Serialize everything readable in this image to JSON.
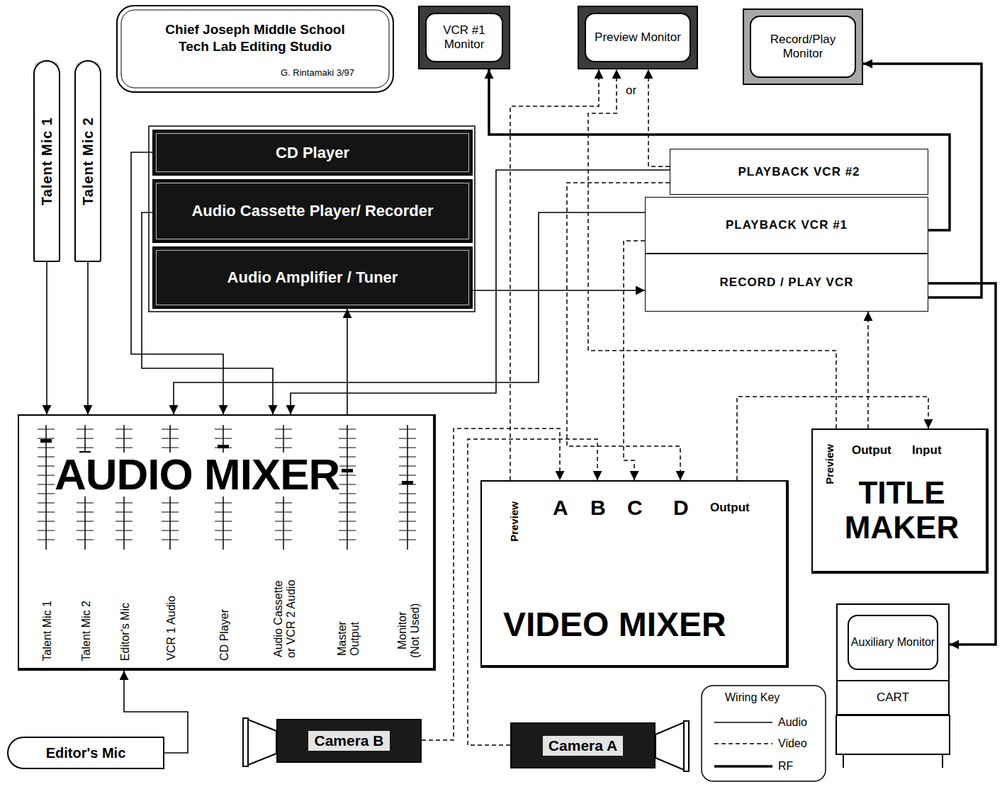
{
  "diagram": {
    "title": "Chief Joseph Middle School Tech Lab Editing Studio",
    "nodes": [
      {
        "text": [
          "VCR #1 Monitor"
        ]
      },
      {
        "text": [
          "Preview Monitor"
        ]
      },
      {
        "text": [
          "Record/Play Monitor"
        ]
      },
      {
        "text": [
          "Talent Mic 1"
        ]
      },
      {
        "text": [
          "Talent Mic 2"
        ]
      },
      {
        "text": [
          "CD Player"
        ]
      },
      {
        "text": [
          "Audio Cassette Player/ Recorder"
        ]
      },
      {
        "text": [
          "Audio Amplifier / Tuner"
        ]
      },
      {
        "text": [
          "PLAYBACK VCR #2"
        ]
      },
      {
        "text": [
          "PLAYBACK VCR #1"
        ]
      },
      {
        "text": [
          "RECORD / PLAY VCR"
        ]
      },
      {
        "text": [
          "AUDIO MIXER",
          "Talent Mic 1",
          "Talent Mic 2",
          "Editor's Mic",
          "VCR 1 Audio",
          "CD Player",
          "Audio Cassette or VCR 2 Audio",
          "Master Output",
          "Monitor (Not Used)"
        ]
      },
      {
        "text": [
          "VIDEO MIXER",
          "Preview",
          "A",
          "B",
          "C",
          "D",
          "Output"
        ]
      },
      {
        "text": [
          "TITLE MAKER",
          "Preview",
          "Output",
          "Input"
        ]
      },
      {
        "text": [
          "Auxiliary Monitor"
        ]
      },
      {
        "text": [
          "CART"
        ]
      },
      {
        "text": [
          "Editor's Mic"
        ]
      },
      {
        "text": [
          "Camera B"
        ]
      },
      {
        "text": [
          "Camera A"
        ]
      }
    ],
    "edges": [
      {
        "from": 3,
        "to": 11,
        "arrow": "to"
      },
      {
        "from": 4,
        "to": 11,
        "arrow": "to"
      },
      {
        "from": 16,
        "to": 11,
        "arrow": "to"
      },
      {
        "from": 5,
        "to": 11,
        "arrow": "to"
      },
      {
        "from": 6,
        "to": 11,
        "arrow": "to"
      },
      {
        "from": 9,
        "to": 11,
        "arrow": "to"
      },
      {
        "from": 8,
        "to": 11,
        "arrow": "to"
      },
      {
        "from": 11,
        "to": 7,
        "arrow": "to"
      },
      {
        "from": 7,
        "to": 10,
        "arrow": "to"
      },
      {
        "from": 9,
        "to": 0,
        "arrow": "to"
      },
      {
        "from": 12,
        "to": 1,
        "arrow": "to"
      },
      {
        "from": 8,
        "to": 1,
        "arrow": "to"
      },
      {
        "from": 10,
        "to": 2,
        "arrow": "to"
      },
      {
        "from": 10,
        "to": 14,
        "arrow": "to"
      },
      {
        "from": 9,
        "to": 12,
        "arrow": "to"
      },
      {
        "from": 8,
        "to": 12,
        "arrow": "to"
      },
      {
        "from": 17,
        "to": 12,
        "arrow": "to"
      },
      {
        "from": 18,
        "to": 12,
        "arrow": "to"
      },
      {
        "from": 12,
        "to": 13,
        "arrow": "to"
      },
      {
        "from": 13,
        "to": 10,
        "arrow": "to"
      },
      {
        "from": 13,
        "to": 1,
        "arrow": "to"
      }
    ],
    "labels": [
      "G. Rintamaki 3/97",
      "or",
      "Wiring Key"
    ],
    "legend": [
      {
        "text": "Audio"
      },
      {
        "text": "Video"
      },
      {
        "text": "RF"
      }
    ]
  }
}
